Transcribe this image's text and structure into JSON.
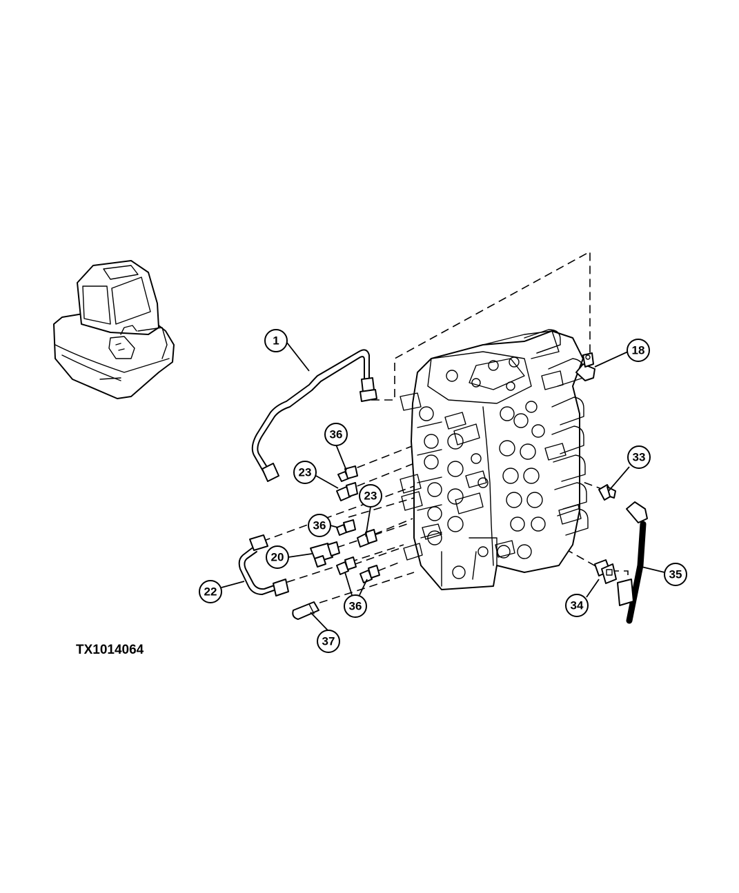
{
  "figure_id": "TX1014064",
  "callouts": {
    "c1": "1",
    "c18": "18",
    "c36a": "36",
    "c23a": "23",
    "c23b": "23",
    "c36b": "36",
    "c20": "20",
    "c22": "22",
    "c36c": "36",
    "c37": "37",
    "c33": "33",
    "c35": "35",
    "c34": "34"
  }
}
